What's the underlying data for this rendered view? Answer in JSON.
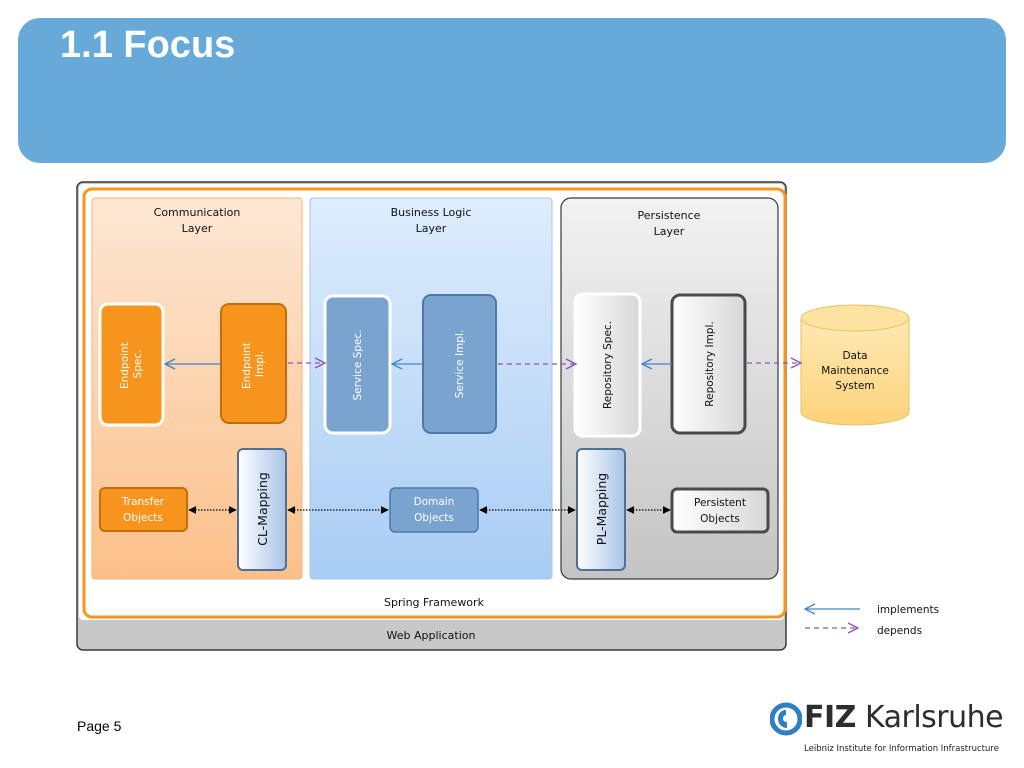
{
  "slide": {
    "title": "1.1 Focus",
    "page": "Page  5"
  },
  "layers": {
    "communication": {
      "title1": "Communication",
      "title2": "Layer"
    },
    "business": {
      "title1": "Business Logic",
      "title2": "Layer"
    },
    "persistence": {
      "title1": "Persistence",
      "title2": "Layer"
    }
  },
  "boxes": {
    "endpoint_spec": {
      "line1": "Endpoint",
      "line2": "Spec."
    },
    "endpoint_impl": {
      "line1": "Endpoint",
      "line2": "Impl."
    },
    "service_spec": "Service Spec.",
    "service_impl": "Service Impl.",
    "repository_spec": "Repository Spec.",
    "repository_impl": "Repository Impl.",
    "transfer_objects": {
      "line1": "Transfer",
      "line2": "Objects"
    },
    "cl_mapping": "CL-Mapping",
    "domain_objects": {
      "line1": "Domain",
      "line2": "Objects"
    },
    "pl_mapping": "PL-Mapping",
    "persistent_objects": {
      "line1": "Persistent",
      "line2": "Objects"
    },
    "data_maintenance": {
      "line1": "Data",
      "line2": "Maintenance",
      "line3": "System"
    }
  },
  "frames": {
    "spring": "Spring Framework",
    "web_app": "Web Application"
  },
  "legend": {
    "implements": "implements",
    "depends": "depends"
  },
  "logo": {
    "brand": "FIZ",
    "name": "Karlsruhe",
    "subtitle": "Leibniz Institute for Information Infrastructure"
  },
  "colors": {
    "banner": "#67a9d9",
    "orange": "#f7941d",
    "blue_box": "#7aa3cf",
    "implements_arrow": "#3f86c8",
    "depends_arrow": "#8e55b5",
    "database": "#fdd98c"
  }
}
